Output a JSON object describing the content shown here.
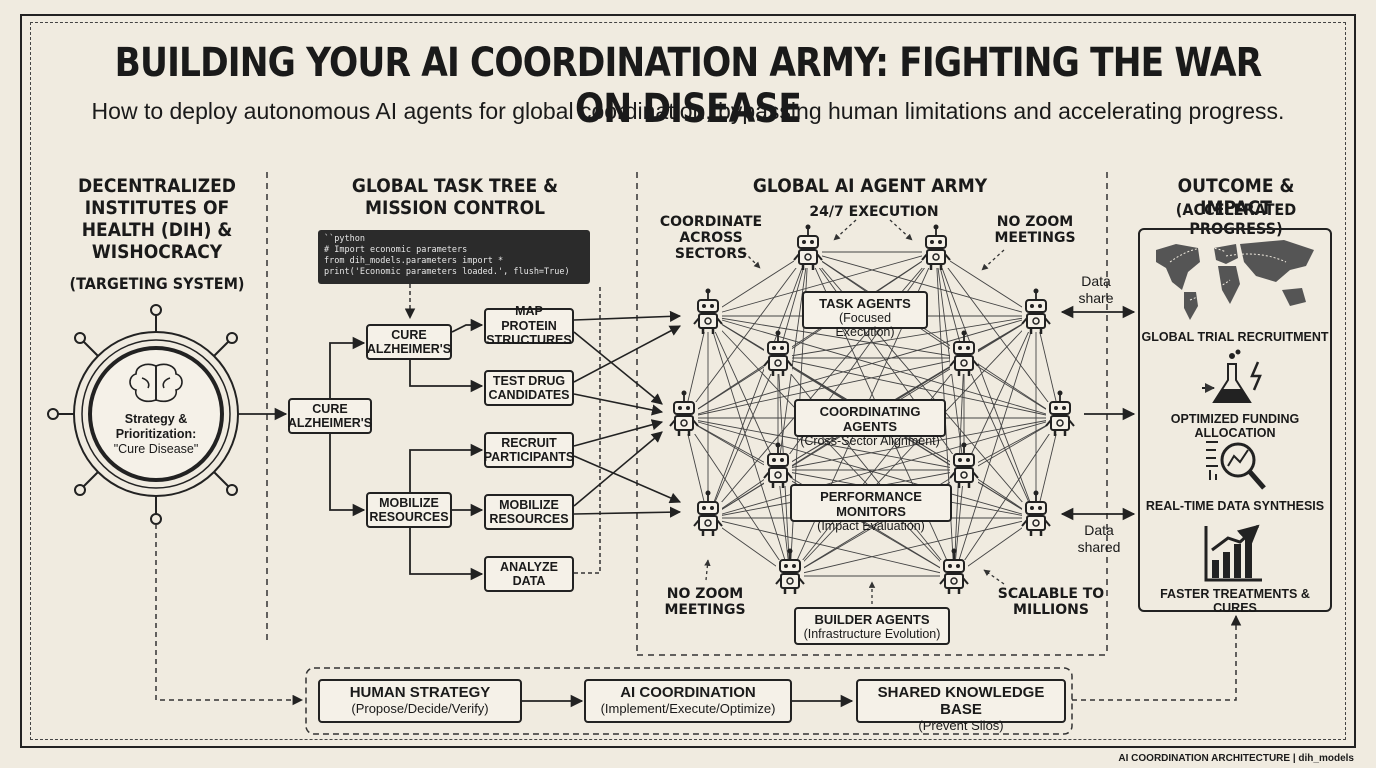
{
  "title": "BUILDING YOUR AI COORDINATION ARMY: FIGHTING THE WAR ON DISEASE",
  "subtitle": "How to deploy autonomous AI agents for global coordination, bypassing human limitations and accelerating progress.",
  "col1": {
    "heading": "DECENTRALIZED INSTITUTES OF HEALTH (DIH) & WISHOCRACY",
    "sub": "(TARGETING SYSTEM)",
    "center": [
      "Strategy &",
      "Prioritization:",
      "\"Cure Disease\""
    ]
  },
  "col2": {
    "heading": "GLOBAL TASK TREE & MISSION CONTROL",
    "code_lines": [
      "``python",
      "# Import economic parameters",
      "from dih_models.parameters import *",
      "print('Economic parameters loaded.', flush=True)"
    ],
    "root": "CURE ALZHEIMER'S",
    "mid": [
      "CURE ALZHEIMER'S",
      "MOBILIZE RESOURCES"
    ],
    "leaves": [
      "MAP PROTEIN STRUCTURES",
      "TEST DRUG CANDIDATES",
      "RECRUIT PARTICIPANTS",
      "MOBILIZE RESOURCES",
      "ANALYZE DATA"
    ]
  },
  "col3": {
    "heading": "GLOBAL AI AGENT ARMY",
    "labels": {
      "coordinate": "COORDINATE ACROSS SECTORS",
      "execution": "24/7 EXECUTION",
      "no_zoom_top": "NO ZOOM MEETINGS",
      "no_zoom_bottom": "NO ZOOM MEETINGS",
      "scalable": "SCALABLE TO MILLIONS"
    },
    "agents": [
      {
        "name": "TASK AGENTS",
        "desc": "(Focused Execution)"
      },
      {
        "name": "COORDINATING AGENTS",
        "desc": "(Cross-Sector Alignment)"
      },
      {
        "name": "PERFORMANCE MONITORS",
        "desc": "(Impact Evaluation)"
      },
      {
        "name": "BUILDER AGENTS",
        "desc": "(Infrastructure Evolution)"
      }
    ],
    "data_share": "Data share",
    "data_shared": "Data shared"
  },
  "col4": {
    "heading": "OUTCOME & IMPACT",
    "sub": "(ACCELERATED PROGRESS)",
    "items": [
      "GLOBAL TRIAL RECRUITMENT",
      "OPTIMIZED FUNDING ALLOCATION",
      "REAL-TIME DATA SYNTHESIS",
      "FASTER TREATMENTS & CURES"
    ]
  },
  "bottom": [
    {
      "name": "HUMAN STRATEGY",
      "desc": "(Propose/Decide/Verify)"
    },
    {
      "name": "AI COORDINATION",
      "desc": "(Implement/Execute/Optimize)"
    },
    {
      "name": "SHARED KNOWLEDGE BASE",
      "desc": "(Prevent Silos)"
    }
  ],
  "footer": "AI COORDINATION ARCHITECTURE | dih_models"
}
